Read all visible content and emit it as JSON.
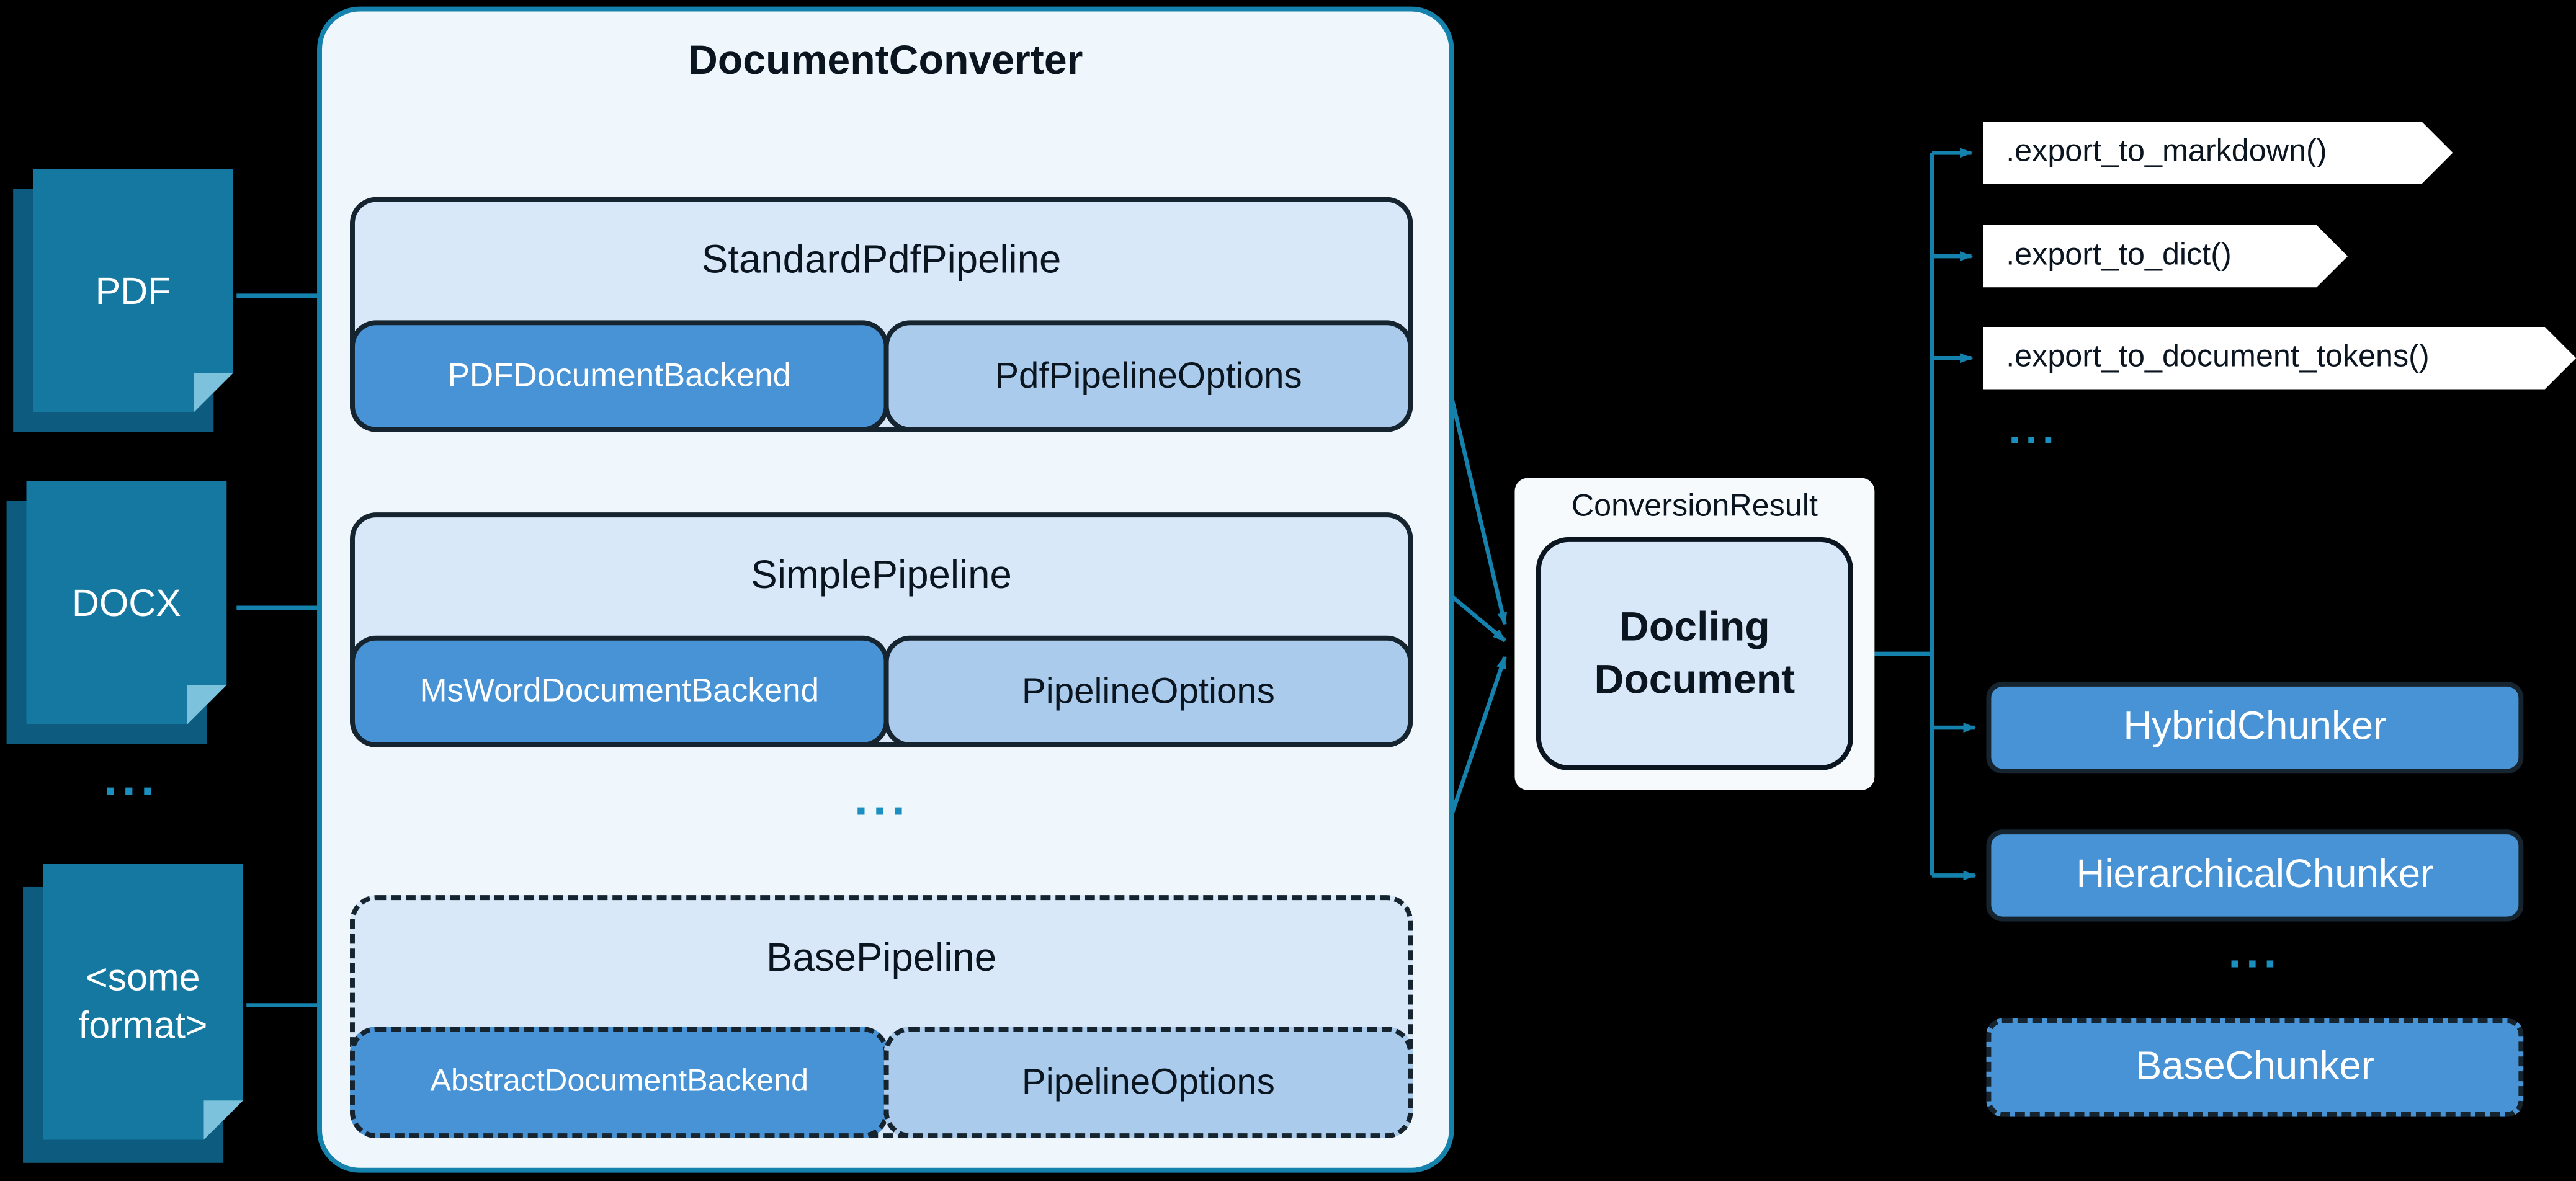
{
  "converter": {
    "title": "DocumentConverter"
  },
  "inputs": {
    "items": [
      {
        "label": "PDF"
      },
      {
        "label": "DOCX"
      },
      {
        "label": "<some format>"
      }
    ],
    "ellipsis": "..."
  },
  "pipelines": {
    "items": [
      {
        "title": "StandardPdfPipeline",
        "backend": "PDFDocumentBackend",
        "options": "PdfPipelineOptions"
      },
      {
        "title": "SimplePipeline",
        "backend": "MsWordDocumentBackend",
        "options": "PipelineOptions"
      },
      {
        "title": "BasePipeline",
        "backend": "AbstractDocumentBackend",
        "options": "PipelineOptions"
      }
    ],
    "ellipsis": "..."
  },
  "result": {
    "label": "ConversionResult",
    "document": "Docling Document"
  },
  "exports": {
    "items": [
      ".export_to_markdown()",
      ".export_to_dict()",
      ".export_to_document_tokens()"
    ],
    "ellipsis": "..."
  },
  "chunkers": {
    "items": [
      "HybridChunker",
      "HierarchicalChunker"
    ],
    "ellipsis": "...",
    "base": "BaseChunker"
  },
  "colors": {
    "accent": "#1581ad",
    "medium_blue": "#4793d6",
    "pale_blue": "#aacbec",
    "light_blue": "#d9e8f8",
    "panel_fill": "#eff6fc",
    "dark_border": "#16242f",
    "doc_fill": "#1478a0",
    "doc_back": "#0d5c7f",
    "doc_fold": "#7cc2dc",
    "background": "#000000"
  }
}
